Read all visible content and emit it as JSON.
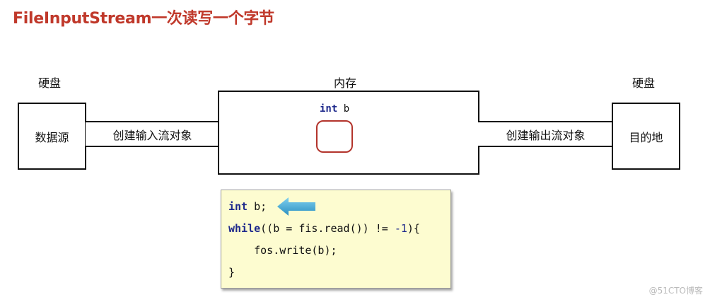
{
  "title": "FileInputStream一次读写一个字节",
  "labels": {
    "left_disk": "硬盘",
    "memory": "内存",
    "right_disk": "硬盘"
  },
  "boxes": {
    "source": "数据源",
    "destination": "目的地"
  },
  "pipes": {
    "input": "创建输入流对象",
    "output": "创建输出流对象"
  },
  "variable": {
    "keyword": "int",
    "name": "b"
  },
  "code": {
    "line1": {
      "keyword": "int",
      "rest": " b;"
    },
    "line2": {
      "keyword": "while",
      "mid": "((b = fis.read()) != ",
      "number": "-1",
      "end": "){"
    },
    "line3": "    fos.write(b);",
    "line4": "}"
  },
  "colors": {
    "title": "#c0392b",
    "keyword": "#1f2a8c",
    "variable_cell_border": "#b3342c",
    "code_background": "#fdfcd0",
    "arrow": "#3fa9d6"
  },
  "arrow_icon": "left-arrow-icon",
  "watermark": "@51CTO博客"
}
